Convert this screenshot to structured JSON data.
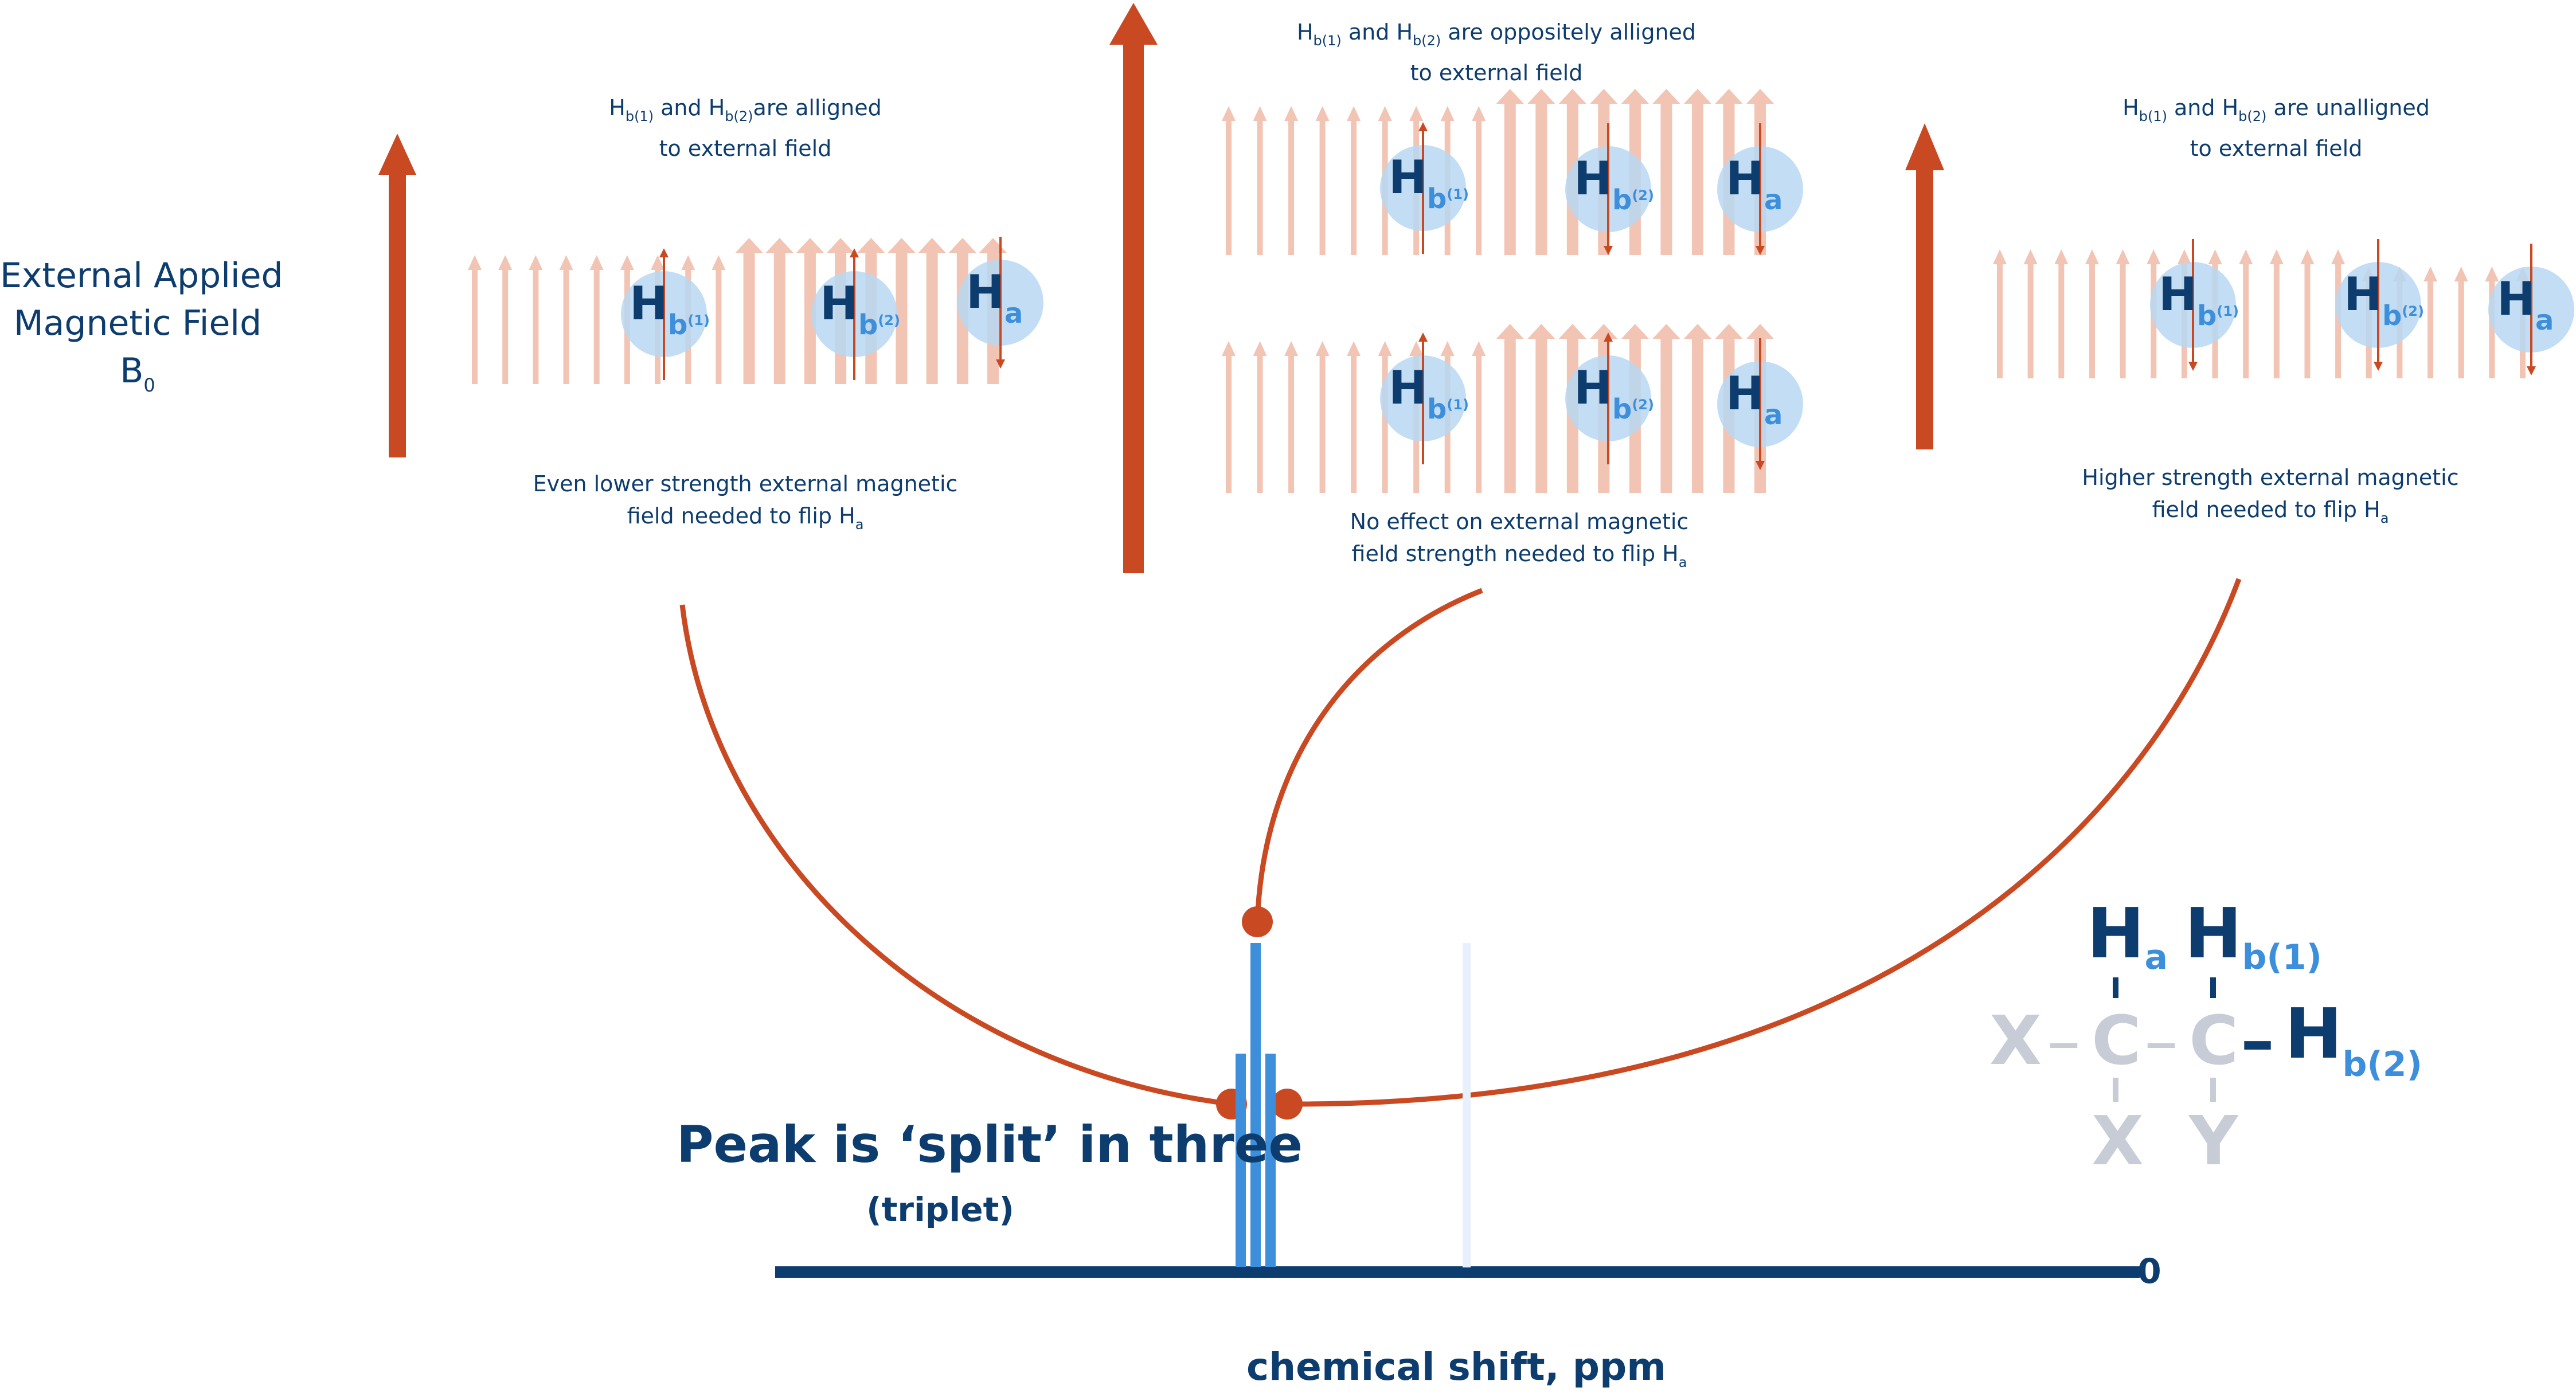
{
  "field_label": {
    "line1": "External Applied",
    "line2": "Magnetic Field",
    "b": "B",
    "b_sub": "0"
  },
  "panels": {
    "left": {
      "top_h1": "H",
      "top_h1_sub": "b(1)",
      "top_and": " and ",
      "top_h2": "H",
      "top_h2_sub": "b(2)",
      "top_rest": "are alligned",
      "top_line2": "to external field",
      "bottom_line1": "Even lower strength external magnetic",
      "bottom_line2": "field needed to flip H",
      "bottom_sub": "a"
    },
    "middle": {
      "top_h1": "H",
      "top_h1_sub": "b(1)",
      "top_and": " and ",
      "top_h2": "H",
      "top_h2_sub": "b(2)",
      "top_rest": " are oppositely alligned",
      "top_line2": "to external field",
      "bottom_line1": "No effect on external magnetic",
      "bottom_line2": "field strength needed to flip H",
      "bottom_sub": "a"
    },
    "right": {
      "top_h1": "H",
      "top_h1_sub": "b(1)",
      "top_and": " and ",
      "top_h2": "H",
      "top_h2_sub": "b(2)",
      "top_rest": " are unalligned",
      "top_line2": "to external field",
      "bottom_line1": "Higher strength external magnetic",
      "bottom_line2": "field needed to flip H",
      "bottom_sub": "a"
    }
  },
  "atoms": {
    "h": "H",
    "b1": "b",
    "b1_sup": "(1)",
    "b2": "b",
    "b2_sup": "(2)",
    "a": "a"
  },
  "spectrum": {
    "title": "Peak is ‘split’ in three",
    "subtitle": "(triplet)",
    "zero": "0",
    "xlabel": "chemical shift, ppm"
  },
  "molecule": {
    "ha": "H",
    "ha_sub": "a",
    "hb1": "H",
    "hb1_sub": "b(1)",
    "hb2": "H",
    "hb2_sub": "b(2)",
    "c1": "C",
    "c2": "C",
    "x_left": "X",
    "x_bottom": "X",
    "y_bottom": "Y",
    "dash1": "–",
    "dash2": "–",
    "dash3": "–",
    "bar": "|"
  },
  "colors": {
    "navy": "#0d3c6e",
    "field_arrow": "#c94a22",
    "faint_arrow": "#f2c4b4",
    "atom_circle": "#b9d8f2",
    "sub_blue": "#3d8fdc",
    "peak": "#3d8fdc",
    "peak_ghost": "#e8f1fb",
    "molecule_grey": "#c8ccd6"
  }
}
